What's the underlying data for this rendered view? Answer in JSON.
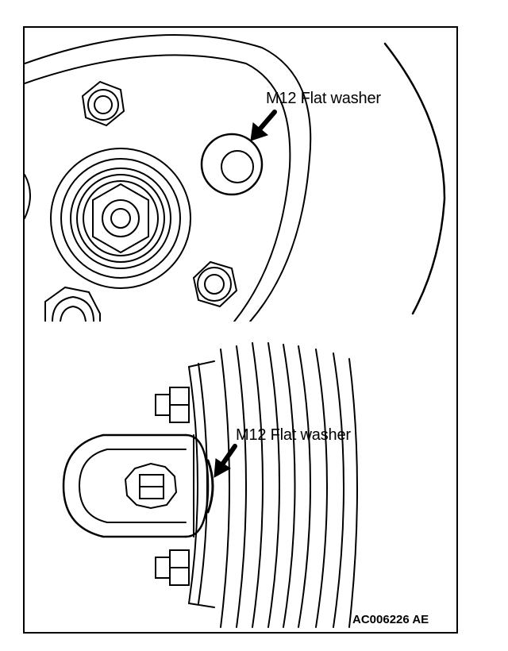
{
  "figure": {
    "top_callout": "M12 Flat washer",
    "bottom_callout": "M12 Flat washer",
    "figure_code": "AC006226 AE"
  }
}
